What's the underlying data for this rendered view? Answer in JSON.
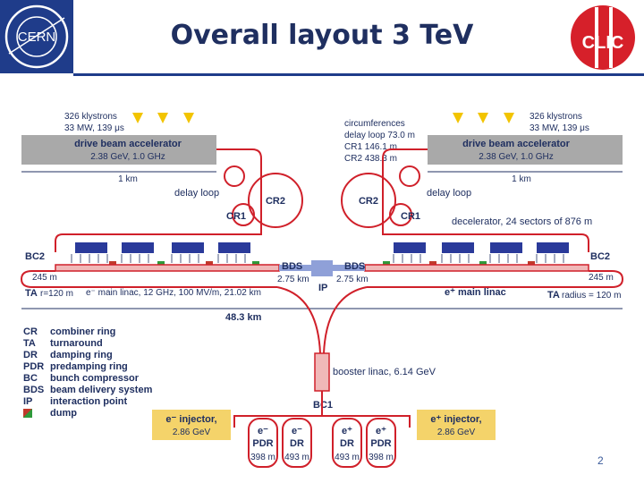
{
  "header": {
    "title": "Overall layout 3 TeV",
    "cern_logo_text": "CERN",
    "clic_logo_text": "CLIC"
  },
  "drive_beam_left": {
    "klystrons": "326 klystrons",
    "power": "33 MW, 139 μs",
    "name": "drive beam accelerator",
    "params": "2.38 GeV, 1.0 GHz",
    "length": "1 km"
  },
  "drive_beam_right": {
    "klystrons": "326 klystrons",
    "power": "33 MW, 139 μs",
    "name": "drive beam accelerator",
    "params": "2.38 GeV, 1.0 GHz",
    "length": "1 km"
  },
  "circumferences": {
    "heading": "circumferences",
    "delay_loop": "delay loop 73.0 m",
    "cr1": "CR1 146.1 m",
    "cr2": "CR2 438.3 m"
  },
  "labels": {
    "delay_loop_left": "delay loop",
    "delay_loop_right": "delay loop",
    "cr2_left": "CR2",
    "cr2_right": "CR2",
    "cr1_left": "CR1",
    "cr1_right": "CR1",
    "decelerator": "decelerator, 24 sectors of 876 m",
    "bc2_left": "BC2",
    "bc2_right": "BC2",
    "ta_left_len": "245 m",
    "ta_right_len": "245 m",
    "bds_left": "BDS",
    "bds_right": "BDS",
    "bds_left_len": "2.75 km",
    "bds_right_len": "2.75 km",
    "ip": "IP",
    "ta_left": "TA",
    "ta_left_r": "r=120 m",
    "main_linac_left": "e⁻ main linac, 12 GHz, 100 MV/m, 21.02 km",
    "main_linac_right": "e⁺ main linac",
    "ta_right": "TA",
    "ta_right_r": "radius = 120 m",
    "total_length": "48.3 km",
    "booster": "booster linac, 6.14 GeV",
    "bc1": "BC1"
  },
  "injectors": {
    "e_minus_name": "e⁻ injector,",
    "e_minus_energy": "2.86 GeV",
    "e_plus_name": "e⁺ injector,",
    "e_plus_energy": "2.86 GeV"
  },
  "rings": [
    {
      "particle": "e⁻",
      "type": "PDR",
      "length": "398 m"
    },
    {
      "particle": "e⁻",
      "type": "DR",
      "length": "493 m"
    },
    {
      "particle": "e⁺",
      "type": "DR",
      "length": "493 m"
    },
    {
      "particle": "e⁺",
      "type": "PDR",
      "length": "398 m"
    }
  ],
  "legend": [
    {
      "abbr": "CR",
      "desc": "combiner ring"
    },
    {
      "abbr": "TA",
      "desc": "turnaround"
    },
    {
      "abbr": "DR",
      "desc": "damping ring"
    },
    {
      "abbr": "PDR",
      "desc": "predamping ring"
    },
    {
      "abbr": "BC",
      "desc": "bunch compressor"
    },
    {
      "abbr": "BDS",
      "desc": "beam delivery system"
    },
    {
      "abbr": "IP",
      "desc": "interaction point"
    },
    {
      "abbr": "",
      "desc": "dump"
    }
  ],
  "footer": {
    "page": "2"
  },
  "colors": {
    "beam": "#d0202a",
    "accel": "#a9a9a9",
    "klystron": "#f2c400",
    "module": "#2a3a9a",
    "injector": "#f4d36a",
    "title": "#1f2f60"
  }
}
